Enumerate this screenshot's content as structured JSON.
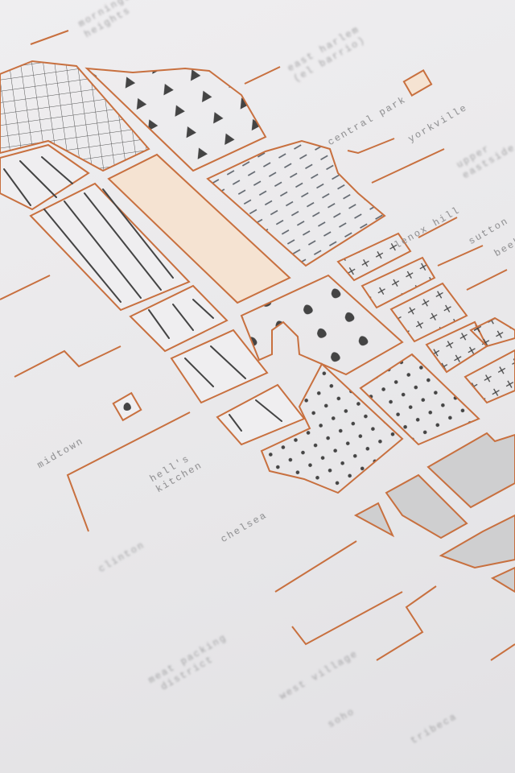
{
  "title": "",
  "colors": {
    "paper": "#ebeaec",
    "copper": "#c8703f",
    "ink": "#4a4a4c",
    "park": "#f5e3d2",
    "grey_fill": "#cfcfd0"
  },
  "labels": {
    "top_left": "morningside\nheights",
    "east_harlem": "east harlem\n(el barrio)",
    "central_park": "central park",
    "yorkville": "yorkville",
    "upper_east": "upper\neastside",
    "lenox_hill": "lenox hill",
    "sutton": "sutton",
    "beekman": "beek",
    "midtown": "midtown",
    "hells_kitchen": "hell's\nkitchen",
    "clinton": "clinton",
    "chelsea": "chelsea",
    "meat_packing": "meat packing\n district",
    "west_village": "west village",
    "soho": "soho",
    "tribeca": "tribeca"
  }
}
